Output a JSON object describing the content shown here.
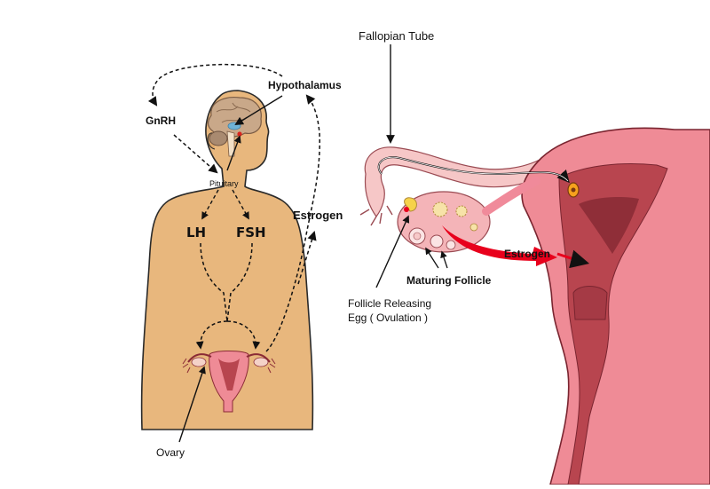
{
  "labels": {
    "fallopian_tube": "Fallopian Tube",
    "hypothalamus": "Hypothalamus",
    "gnrh": "GnRH",
    "pituitary": "Pituitary",
    "lh": "LH",
    "fsh": "FSH",
    "estrogen_left": "Estrogen",
    "estrogen_right": "Estrogen",
    "maturing_follicle": "Maturing Follicle",
    "follicle_releasing_line1": "Follicle Releasing",
    "follicle_releasing_line2": "Egg ( Ovulation )",
    "ovary": "Ovary"
  },
  "colors": {
    "skin": "#e8b77d",
    "skin_outline": "#2a2a2a",
    "uterus_outer": "#ef8b96",
    "uterus_inner": "#b8454f",
    "ovary": "#f4b4b8",
    "estrogen_arrow": "#e8001c",
    "brain": "#c9a889"
  }
}
